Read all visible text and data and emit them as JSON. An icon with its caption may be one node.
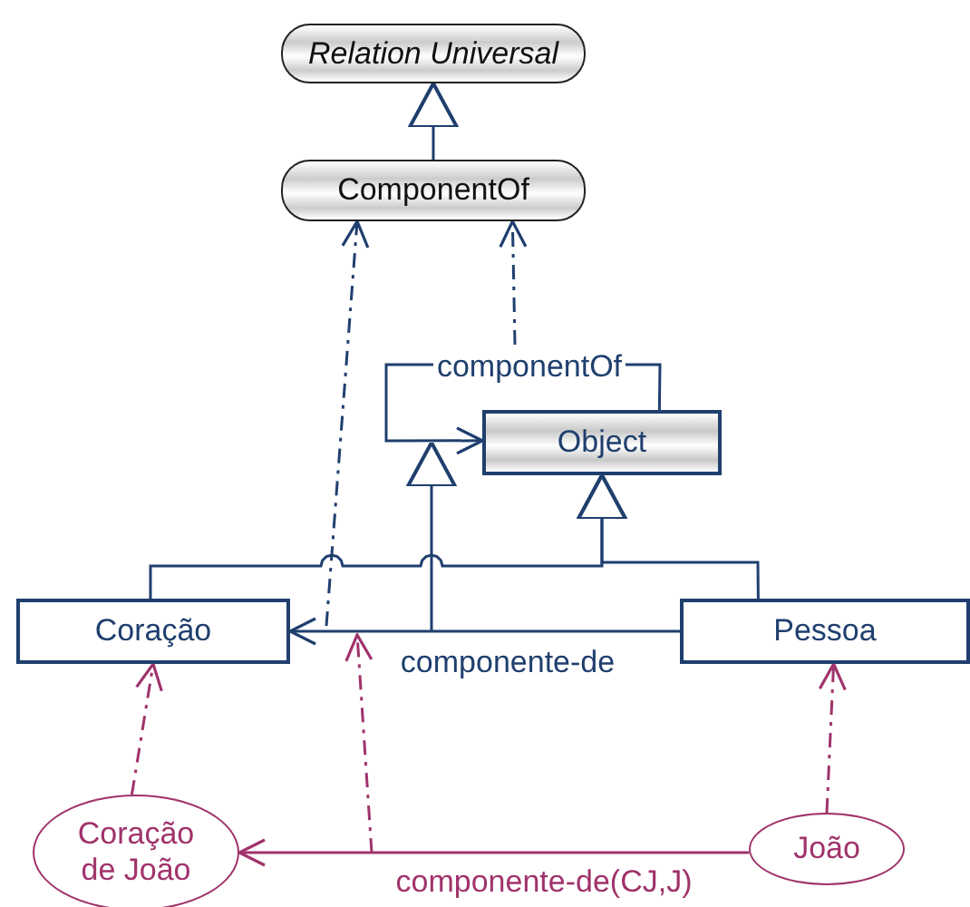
{
  "diagram": {
    "nodes": [
      {
        "text": [
          "Relation Universal"
        ]
      },
      {
        "text": [
          "ComponentOf"
        ]
      },
      {
        "text": [
          "Object"
        ]
      },
      {
        "text": [
          "Coração"
        ]
      },
      {
        "text": [
          "Pessoa"
        ]
      },
      {
        "text": [
          "Coração de João"
        ]
      },
      {
        "text": [
          "João"
        ]
      }
    ],
    "edges": [
      {
        "from": 1,
        "to": 0,
        "arrow": "to"
      },
      {
        "from": 2,
        "to": 2,
        "arrow": "to",
        "label": "componentOf"
      },
      {
        "from": 3,
        "to": 2,
        "arrow": "to"
      },
      {
        "from": 4,
        "to": 2,
        "arrow": "to"
      },
      {
        "from": 4,
        "to": 3,
        "arrow": "to",
        "label": "componente-de"
      },
      {
        "from": null,
        "to": 1,
        "arrow": "to",
        "style": "dashed"
      },
      {
        "from": null,
        "to": 1,
        "arrow": "to",
        "style": "dashed"
      },
      {
        "from": 5,
        "to": 3,
        "arrow": "to",
        "style": "dashed",
        "color": "#a0336b"
      },
      {
        "from": 6,
        "to": 4,
        "arrow": "to",
        "style": "dashed",
        "color": "#a0336b"
      },
      {
        "from": 6,
        "to": 5,
        "arrow": "to",
        "label": "componente-de(CJ,J)",
        "color": "#a0336b"
      }
    ]
  }
}
